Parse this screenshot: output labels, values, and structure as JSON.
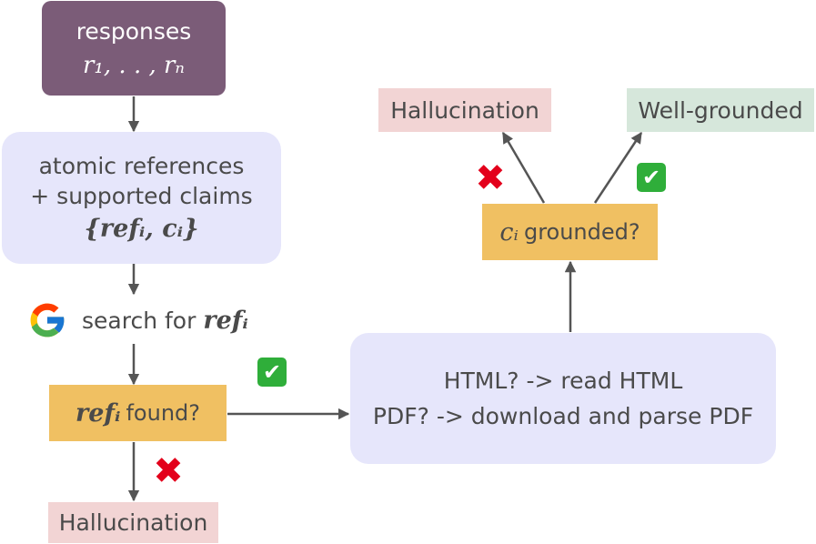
{
  "nodes": {
    "responses": {
      "label": "responses",
      "math": "r₁, . . , rₙ"
    },
    "atomic": {
      "line1": "atomic references",
      "line2": "+ supported claims",
      "math": "{refᵢ, cᵢ}"
    },
    "search": {
      "prefix": "search for",
      "math": "refᵢ"
    },
    "found": {
      "math": "refᵢ",
      "label": "found?"
    },
    "html_pdf": {
      "line1": "HTML? -> read HTML",
      "line2": "PDF? -> download and parse PDF"
    },
    "grounded": {
      "math": "cᵢ",
      "label": "grounded?"
    },
    "halluc_bottom": {
      "label": "Hallucination"
    },
    "halluc_top": {
      "label": "Hallucination"
    },
    "well_grounded": {
      "label": "Well-grounded"
    }
  },
  "marks": {
    "check": "✔",
    "cross": "✖"
  },
  "icons": {
    "search_logo": "google-logo-icon"
  },
  "colors": {
    "responses_bg": "#7b5c78",
    "process_bg": "#e6e6fb",
    "decision_bg": "#f0c062",
    "hallucination_bg": "#f2d4d4",
    "grounded_bg": "#d6e7db",
    "arrow": "#555555",
    "check": "#2fae3a",
    "cross": "#e3001b"
  }
}
